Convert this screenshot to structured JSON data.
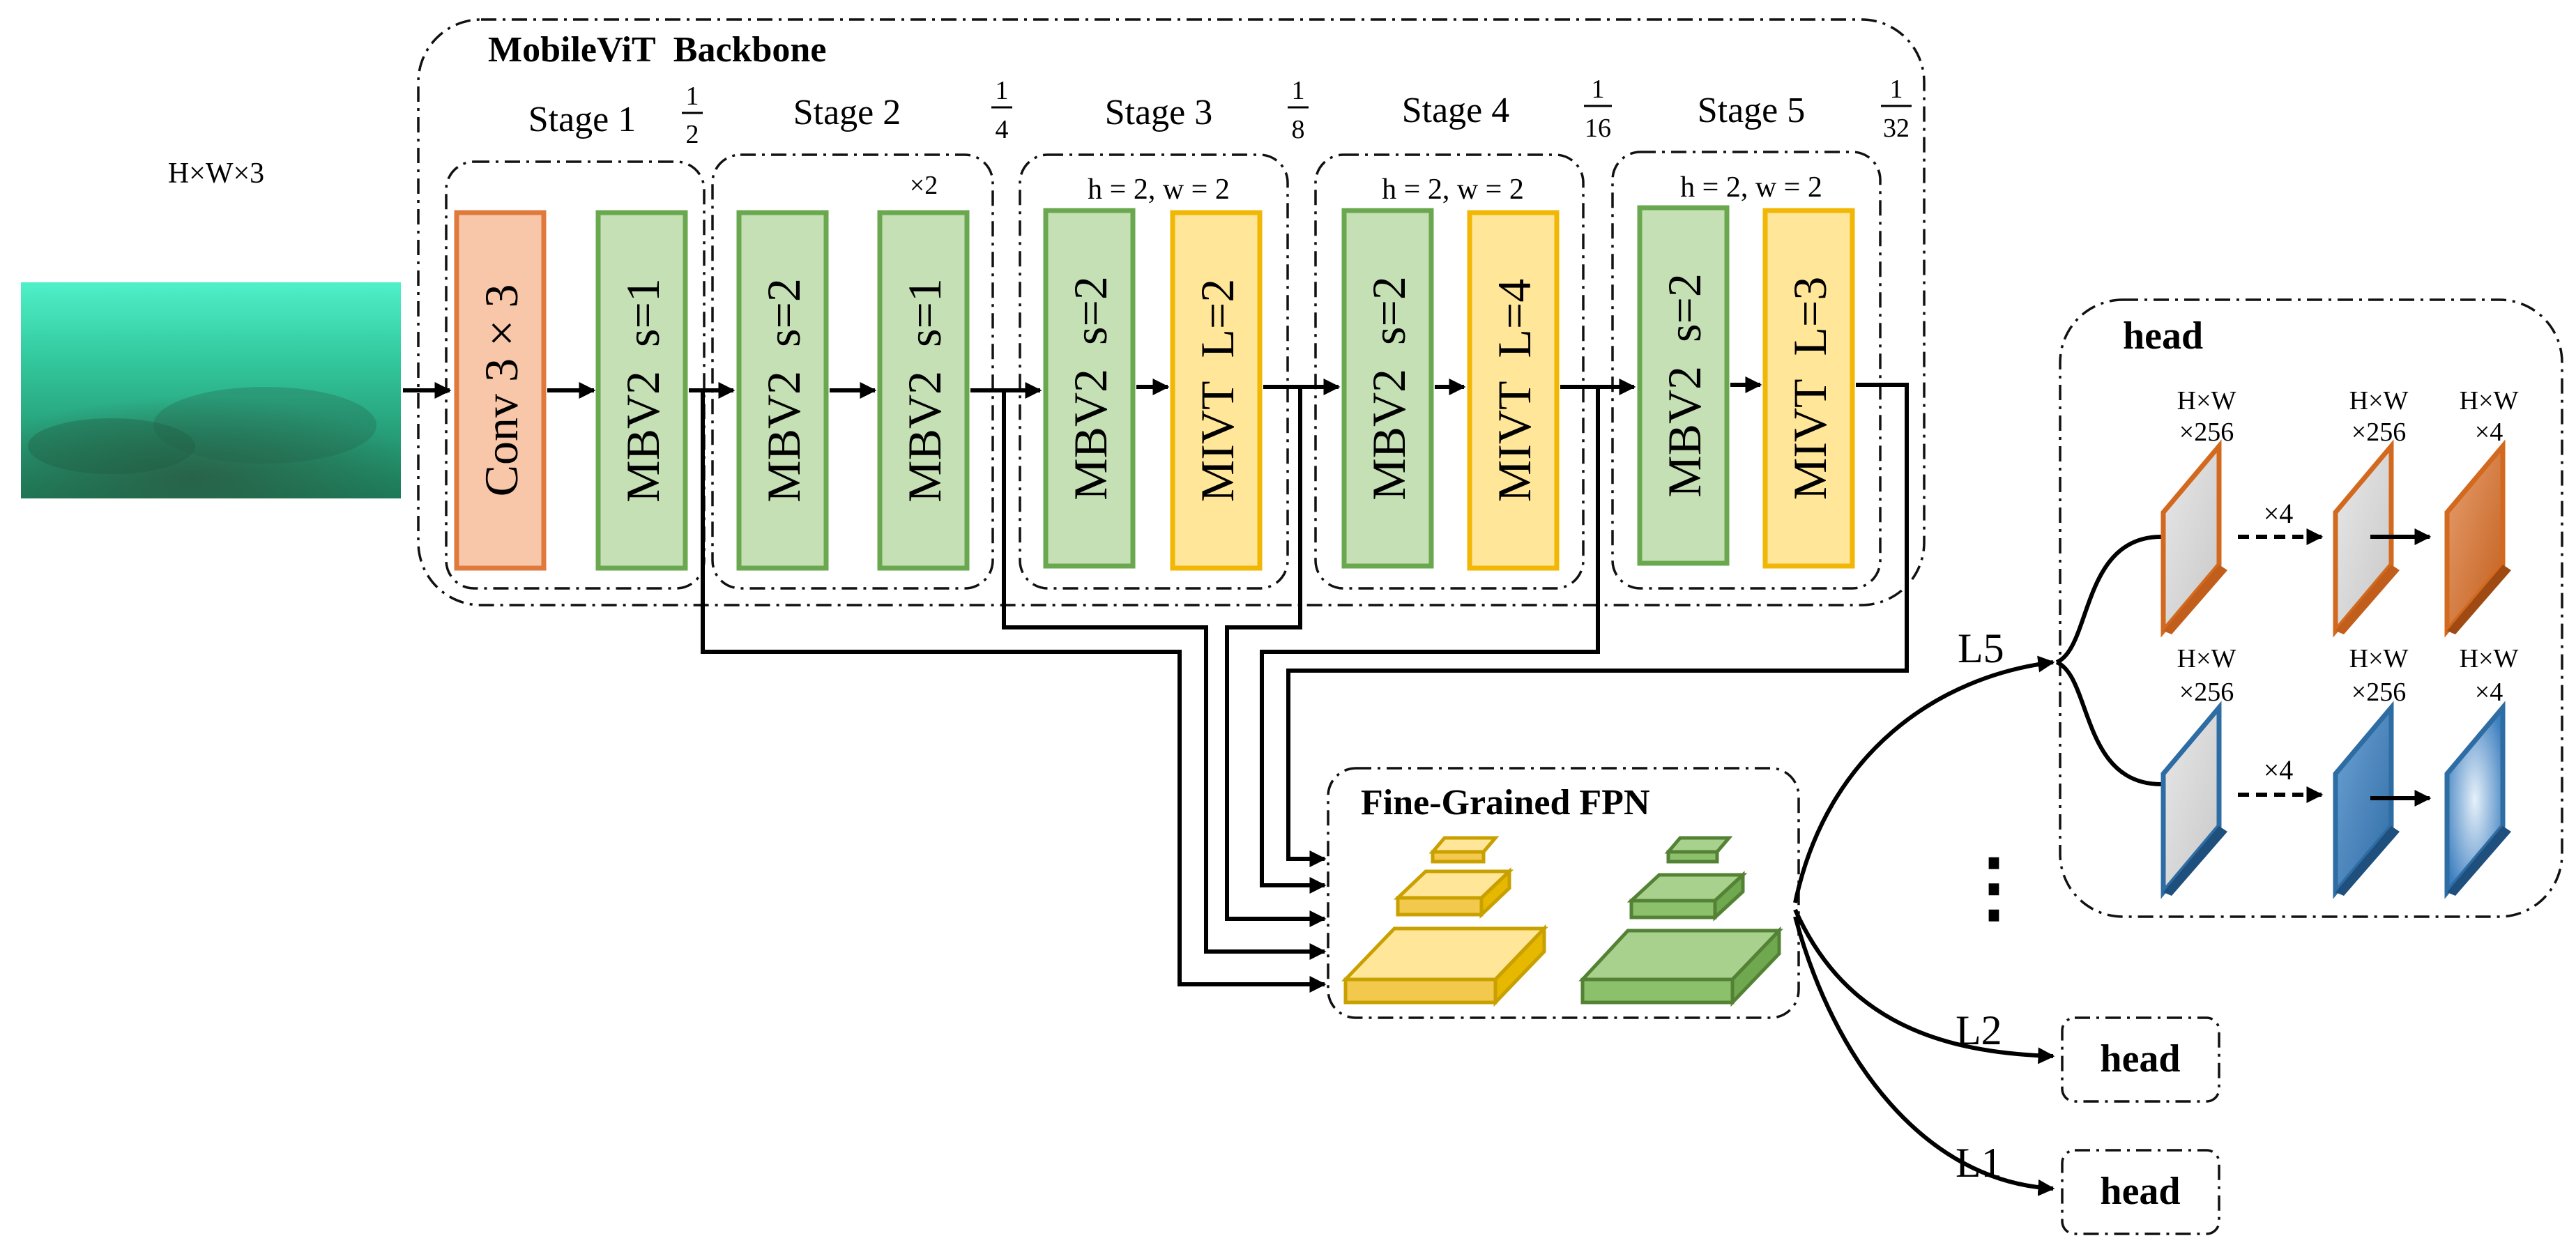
{
  "input": {
    "dims_label": "H×W×3"
  },
  "backbone": {
    "title": "MobileViT  Backbone",
    "stages": [
      {
        "label": "Stage 1",
        "ratio_num": "1",
        "ratio_den": "2",
        "repeat": "",
        "hw": ""
      },
      {
        "label": "Stage 2",
        "ratio_num": "1",
        "ratio_den": "4",
        "repeat": "×2",
        "hw": ""
      },
      {
        "label": "Stage 3",
        "ratio_num": "1",
        "ratio_den": "8",
        "repeat": "",
        "hw": "h = 2, w = 2"
      },
      {
        "label": "Stage 4",
        "ratio_num": "1",
        "ratio_den": "16",
        "repeat": "",
        "hw": "h = 2, w = 2"
      },
      {
        "label": "Stage 5",
        "ratio_num": "1",
        "ratio_den": "32",
        "repeat": "",
        "hw": "h = 2, w = 2"
      }
    ],
    "blocks": {
      "conv": "Conv 3 × 3",
      "s1_mbv2": "MBV2  s=1",
      "s2_mbv2_a": "MBV2  s=2",
      "s2_mbv2_b": "MBV2  s=1",
      "s3_mbv2": "MBV2  s=2",
      "s3_mivt": "MIVT  L=2",
      "s4_mbv2": "MBV2  s=2",
      "s4_mivt": "MIVT  L=4",
      "s5_mbv2": "MBV2  s=2",
      "s5_mivt": "MIVT  L=3"
    }
  },
  "fpn": {
    "title": "Fine-Grained FPN"
  },
  "levels": {
    "l5": "L5",
    "l2": "L2",
    "l1": "L1",
    "ellipsis": "⋮"
  },
  "head": {
    "title": "head",
    "small_head_label": "head",
    "top_row": [
      {
        "line1": "H×W",
        "line2": "×256"
      },
      {
        "line1": "H×W",
        "line2": "×256"
      },
      {
        "line1": "H×W",
        "line2": "×4"
      }
    ],
    "bottom_row": [
      {
        "line1": "H×W",
        "line2": "×256"
      },
      {
        "line1": "H×W",
        "line2": "×256"
      },
      {
        "line1": "H×W",
        "line2": "×4"
      }
    ],
    "repeat_label": "×4"
  },
  "colors": {
    "conv_fill": "#f8c6a8",
    "conv_stroke": "#e07a3c",
    "mbv2_fill": "#c5e0b4",
    "mbv2_stroke": "#6aa84f",
    "mivt_fill": "#ffe699",
    "mivt_stroke": "#f2b705",
    "fpn_yellow": "#ffe699",
    "fpn_yellow_stroke": "#c8a000",
    "fpn_green": "#a9d18e",
    "fpn_green_stroke": "#548235",
    "head_orange": "#d2691e",
    "head_blue": "#2e6ca4"
  }
}
